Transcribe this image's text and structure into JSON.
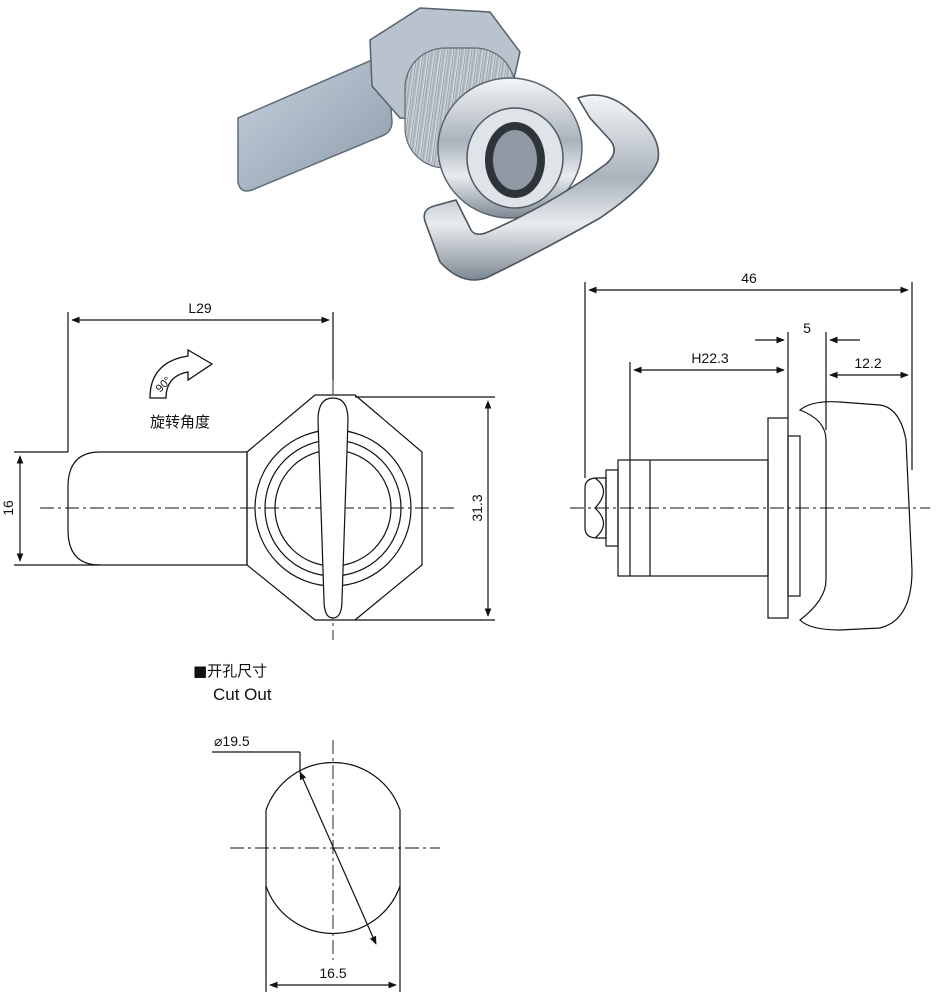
{
  "photo": {
    "subject": "cam-lock-photo"
  },
  "front_view": {
    "dim_length": "L29",
    "dim_height": "16",
    "dim_flange": "31.3",
    "rotation_angle": "90°",
    "rotation_label": "旋转角度"
  },
  "side_view": {
    "dim_total": "46",
    "dim_body": "H22.3",
    "dim_flange": "5",
    "dim_handle": "12.2"
  },
  "cutout": {
    "title_cn": "■开孔尺寸",
    "title_en": "Cut Out",
    "dim_diameter": "⌀19.5",
    "dim_width": "16.5"
  },
  "colors": {
    "line": "#111111",
    "steel": "#9aa7b5",
    "chrome": "#c9d0d6"
  }
}
